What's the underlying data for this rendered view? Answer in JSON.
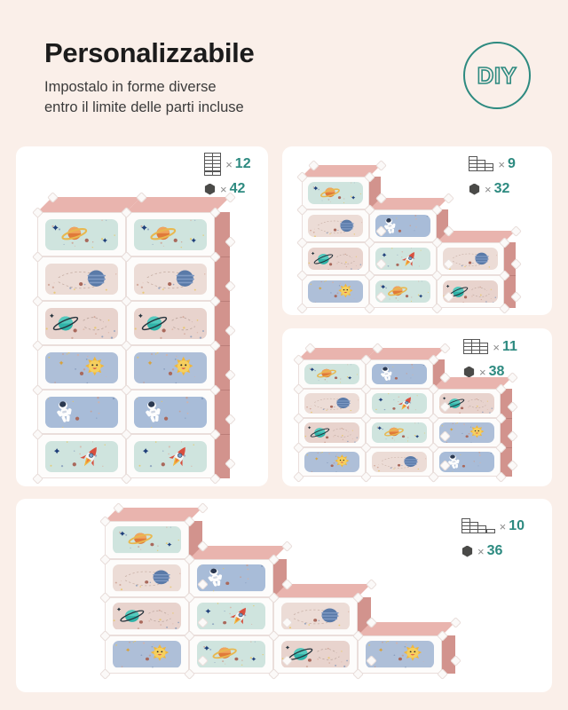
{
  "header": {
    "title": "Personalizzabile",
    "subtitle_line1": "Impostalo in forme diverse",
    "subtitle_line2": "entro il limite delle parti incluse"
  },
  "badge": {
    "label": "DIY",
    "letters": [
      "D",
      "I",
      "Y"
    ],
    "color": "#2d8a80"
  },
  "colors": {
    "page_background": "#faefe9",
    "card_background": "#ffffff",
    "accent_teal": "#2d8a80",
    "connector_dark": "#4a4a48",
    "cube_side_pink": "#d99b96",
    "cube_top_pink": "#e8b2ac",
    "frame_white": "#fdfcfb",
    "panel_mint": "#cfe4de",
    "panel_beige": "#ecdcd6",
    "panel_blue": "#aebfd8",
    "panel_pink": "#e8d3cd"
  },
  "configurations": [
    {
      "id": "config-grid-6x2",
      "icon_name": "panel-grid-icon",
      "icon_shape": "grid",
      "icon_columns": [
        6,
        6
      ],
      "panels_multiply_symbol": "×",
      "panels_count": "12",
      "connectors_icon_name": "connector-icon",
      "connectors_multiply_symbol": "×",
      "connectors_count": "42",
      "layout_columns": [
        6,
        6
      ]
    },
    {
      "id": "config-stair-4-3-2",
      "icon_name": "panel-stair-icon",
      "icon_shape": "stair",
      "icon_columns": [
        4,
        3,
        2
      ],
      "panels_multiply_symbol": "×",
      "panels_count": "9",
      "connectors_icon_name": "connector-icon",
      "connectors_multiply_symbol": "×",
      "connectors_count": "32",
      "layout_columns": [
        4,
        3,
        2
      ]
    },
    {
      "id": "config-grid-4-4-3",
      "icon_name": "panel-grid-icon",
      "icon_shape": "grid",
      "icon_columns": [
        4,
        4,
        3
      ],
      "panels_multiply_symbol": "×",
      "panels_count": "11",
      "connectors_icon_name": "connector-icon",
      "connectors_multiply_symbol": "×",
      "connectors_count": "38",
      "layout_columns": [
        4,
        4,
        3
      ]
    },
    {
      "id": "config-stair-4-3-2-1",
      "icon_name": "panel-stair-icon",
      "icon_shape": "stair",
      "icon_columns": [
        4,
        3,
        2,
        1
      ],
      "panels_multiply_symbol": "×",
      "panels_count": "10",
      "connectors_icon_name": "connector-icon",
      "connectors_multiply_symbol": "×",
      "connectors_count": "36",
      "layout_columns": [
        4,
        3,
        2,
        1
      ]
    }
  ],
  "motifs": [
    "saturn-mint",
    "blue-planet-beige",
    "teal-saturn-pink",
    "sun-blue",
    "astronaut-blue",
    "rocket-mint"
  ]
}
